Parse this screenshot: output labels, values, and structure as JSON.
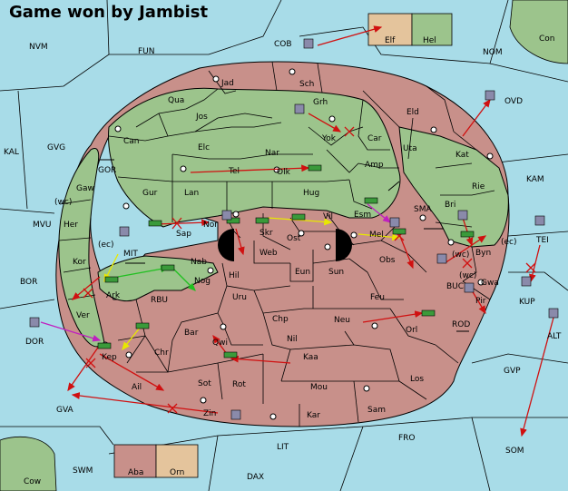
{
  "title": "Game won by Jambist",
  "colors": {
    "sea": "#a8dce8",
    "land_green": "#9cc48c",
    "land_red": "#c8908a",
    "land_tan": "#e4c49c",
    "border": "#000000",
    "order_red": "#d01010",
    "order_yellow": "#e8e800",
    "order_green": "#20c020",
    "order_magenta": "#c020c0"
  },
  "provinces": {
    "sea": [
      "NVM",
      "FUN",
      "COB",
      "NOM",
      "Con",
      "OVD",
      "KAL",
      "GVG",
      "GOR",
      "(wc)",
      "MVU",
      "KAM",
      "BOR",
      "DOR",
      "(ec)",
      "MIT",
      "RBU",
      "SMA",
      "(wc)",
      "(ec)",
      "TEI",
      "BUC",
      "(wc)",
      "KUP",
      "ALT",
      "ROD",
      "GVP",
      "GVA",
      "LIT",
      "FRO",
      "SOM",
      "SWM",
      "DAX",
      "Cow"
    ],
    "green": [
      "Qua",
      "Jos",
      "Can",
      "Elc",
      "Nar",
      "Grh",
      "Yok",
      "Car",
      "Amp",
      "Tel",
      "Olk",
      "Gur",
      "Lan",
      "Hug",
      "Esm",
      "Sap",
      "Nor",
      "Skr",
      "Gaw",
      "Her",
      "Kor",
      "Ver",
      "Ark",
      "Nab",
      "Nog",
      "Uta",
      "Bri",
      "Rie",
      "Byn",
      "Hel"
    ],
    "red": [
      "Jad",
      "Sch",
      "Eld",
      "Kat",
      "Vil",
      "Mel",
      "Ost",
      "Web",
      "Eun",
      "Sun",
      "Obs",
      "Hil",
      "Uru",
      "Feu",
      "Chp",
      "Nil",
      "Neu",
      "Orl",
      "Bar",
      "Qwi",
      "Chr",
      "Kaa",
      "Sot",
      "Rot",
      "Mou",
      "Los",
      "Ail",
      "Zin",
      "Kar",
      "Sam",
      "Gwa",
      "Pir",
      "Kep",
      "Aba"
    ],
    "tan": [
      "Elf",
      "Orn"
    ]
  }
}
